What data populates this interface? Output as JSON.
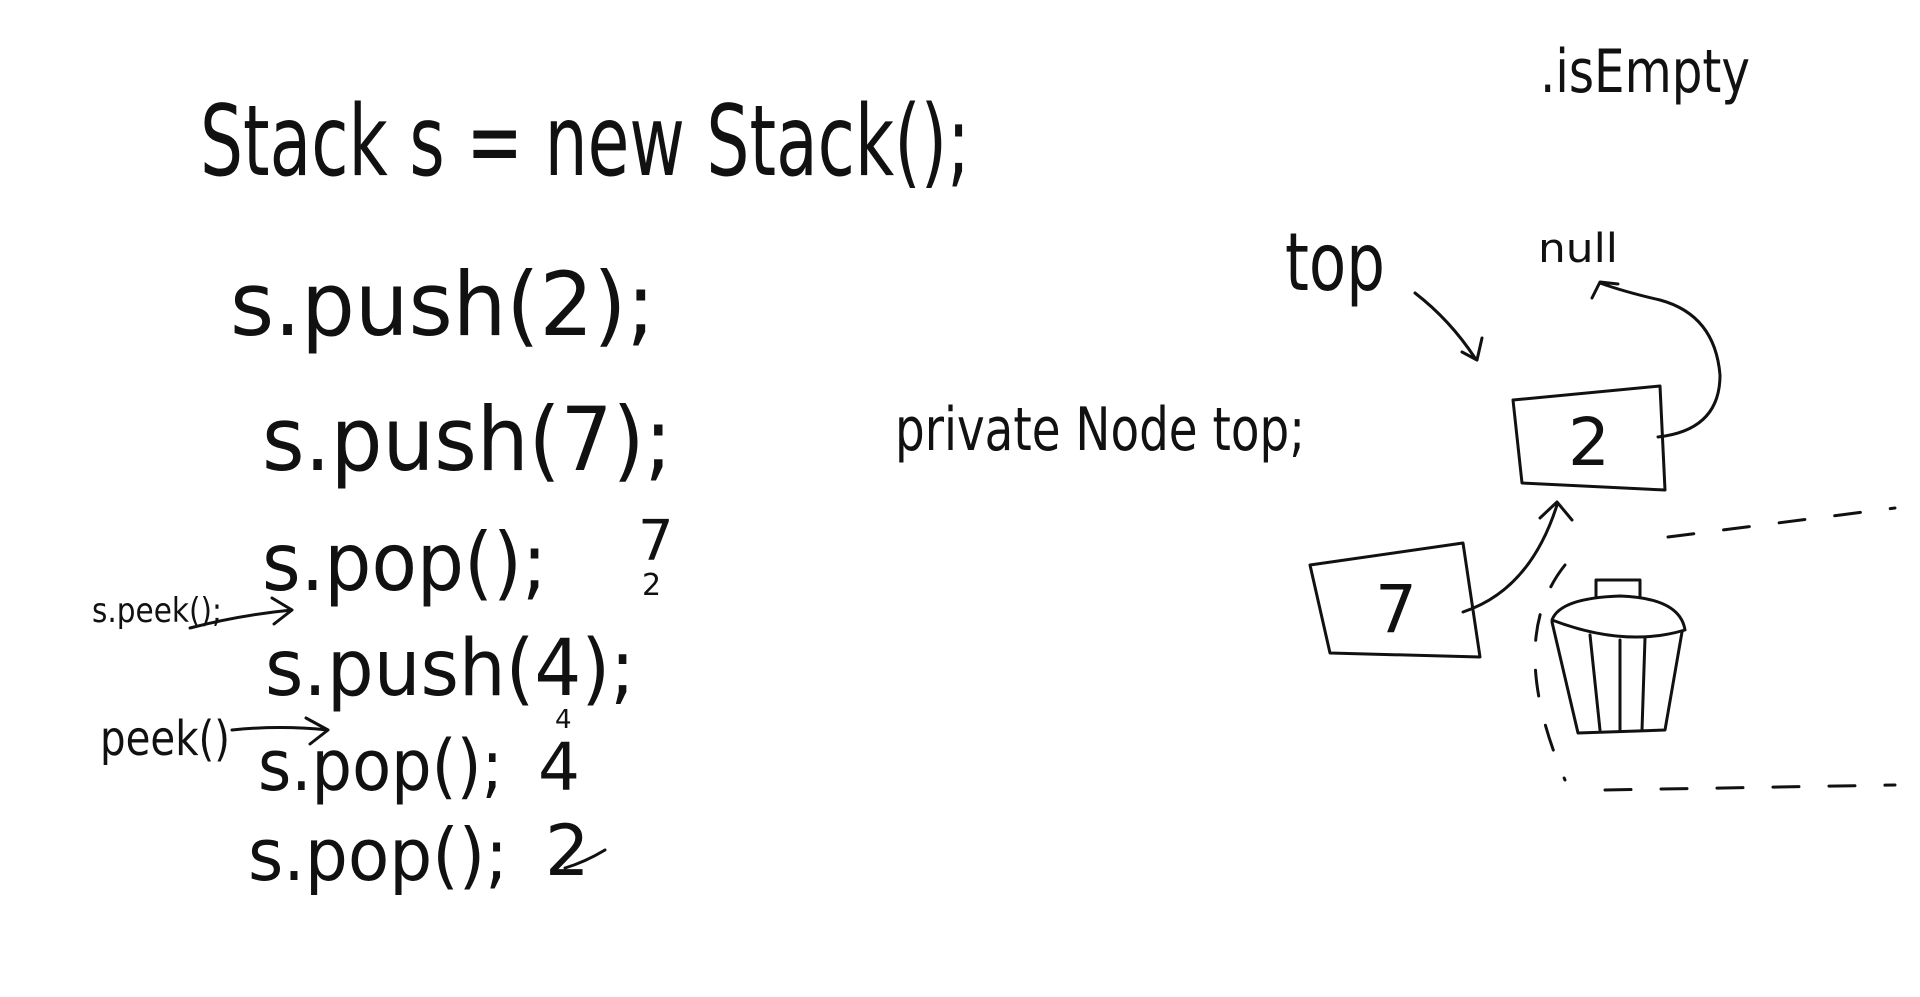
{
  "code": {
    "declaration": "Stack s = new Stack();",
    "lines": [
      "s.push(2);",
      "s.push(7);",
      "s.pop();",
      "s.push(4);",
      "s.pop();",
      "s.pop();"
    ],
    "results": {
      "pop1_top": "7",
      "pop1_bottom": "2",
      "pop2_small": "4",
      "pop2": "4",
      "pop3": "2"
    },
    "side_notes": {
      "peek1": "s.peek();",
      "peek2": "peek()"
    }
  },
  "diagram": {
    "method_note": ".isEmpty",
    "field_declaration": "private Node top;",
    "top_label": "top",
    "null_label": "null",
    "nodes": [
      {
        "value": "2"
      },
      {
        "value": "7"
      }
    ],
    "trash_icon": "trash-can-icon"
  }
}
